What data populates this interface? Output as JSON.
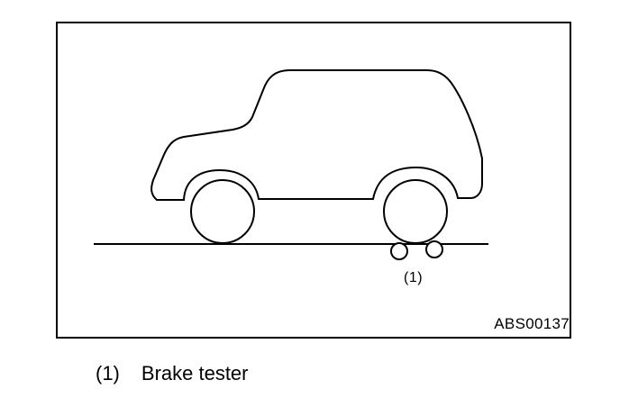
{
  "figure": {
    "callout_number": "(1)",
    "figure_code": "ABS00137"
  },
  "legend": {
    "items": [
      {
        "number": "(1)",
        "label": "Brake tester"
      }
    ]
  }
}
